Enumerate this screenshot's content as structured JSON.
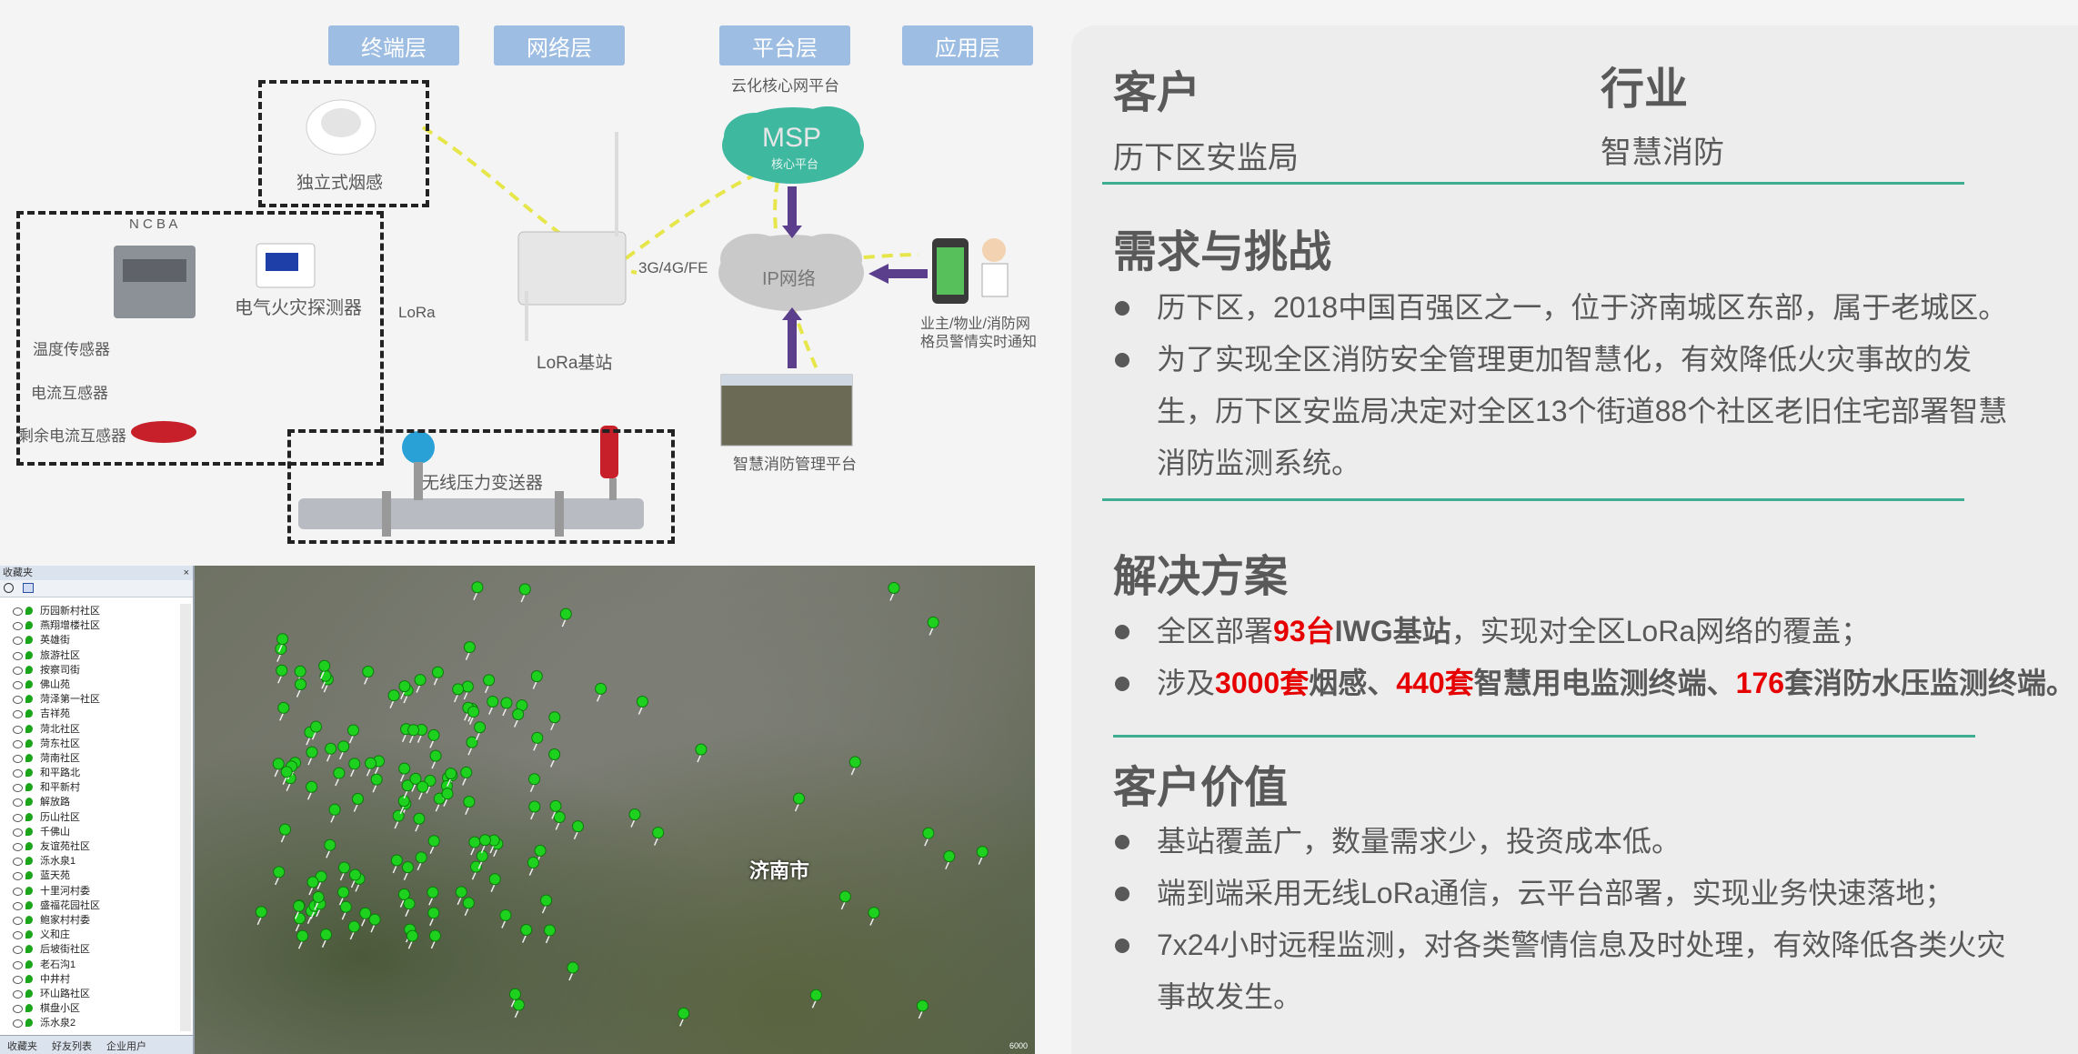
{
  "diagram": {
    "layers": [
      "终端层",
      "网络层",
      "平台层",
      "应用层"
    ],
    "cloud_platform_label": "云化核心网平台",
    "msp_label": "MSP",
    "msp_sub": "核心平台",
    "ip_network_label": "IP网络",
    "smoke_detector_label": "独立式烟感",
    "electrical_detector_label": "电气火灾探测器",
    "phase_labels": "N C B A",
    "temp_sensor_label": "温度传感器",
    "current_transformer_label": "电流互感器",
    "residual_current_label": "剩余电流互感器",
    "lora_label": "LoRa",
    "base_station_label": "LoRa基站",
    "uplink_label": "3G/4G/FE",
    "pressure_transmitter_label": "无线压力变送器",
    "notify_label_line1": "业主/物业/消防网",
    "notify_label_line2": "格员警情实时通知",
    "mgmt_platform_label": "智慧消防管理平台"
  },
  "map_window": {
    "sidebar_title": "收藏夹",
    "tree_items": [
      "历园新村社区",
      "燕翔增楼社区",
      "英雄街",
      "旅游社区",
      "按察司街",
      "佛山苑",
      "菏泽第一社区",
      "吉祥苑",
      "菏北社区",
      "菏东社区",
      "菏南社区",
      "和平路北",
      "和平新村",
      "解放路",
      "历山社区",
      "千佛山",
      "友谊苑社区",
      "泺水泉1",
      "蓝天苑",
      "十里河村委",
      "盛福花园社区",
      "鲍家村村委",
      "义和庄",
      "后坡街社区",
      "老石沟1",
      "中井村",
      "环山路社区",
      "棋盘小区",
      "泺水泉2"
    ],
    "tabs": [
      "收藏夹",
      "好友列表",
      "企业用户"
    ],
    "city_label": "济南市",
    "scale_text": "6000"
  },
  "panel": {
    "customer_heading": "客户",
    "customer_value": "历下区安监局",
    "industry_heading": "行业",
    "industry_value": "智慧消防",
    "challenge_heading": "需求与挑战",
    "challenge_items": [
      "历下区，2018中国百强区之一，位于济南城区东部，属于老城区。",
      "为了实现全区消防安全管理更加智慧化，有效降低火灾事故的发生，历下区安监局决定对全区13个街道88个社区老旧住宅部署智慧消防监测系统。"
    ],
    "solution_heading": "解决方案",
    "solution_1": {
      "pre": "全区部署",
      "num": "93台",
      "mid": "IWG基站",
      "post": "，实现对全区LoRa网络的覆盖；"
    },
    "solution_2": {
      "pre": "涉及",
      "num1": "3000套",
      "txt1": "烟感、",
      "num2": "440套",
      "txt2": "智慧用电监测终端、",
      "num3": "176",
      "txt3": "套消防水压监测终端。"
    },
    "value_heading": "客户价值",
    "value_items": [
      "基站覆盖广，数量需求少，投资成本低。",
      "端到端采用无线LoRa通信，云平台部署，实现业务快速落地；",
      "7x24小时远程监测，对各类警情信息及时处理，有效降低各类火灾事故发生。"
    ]
  }
}
